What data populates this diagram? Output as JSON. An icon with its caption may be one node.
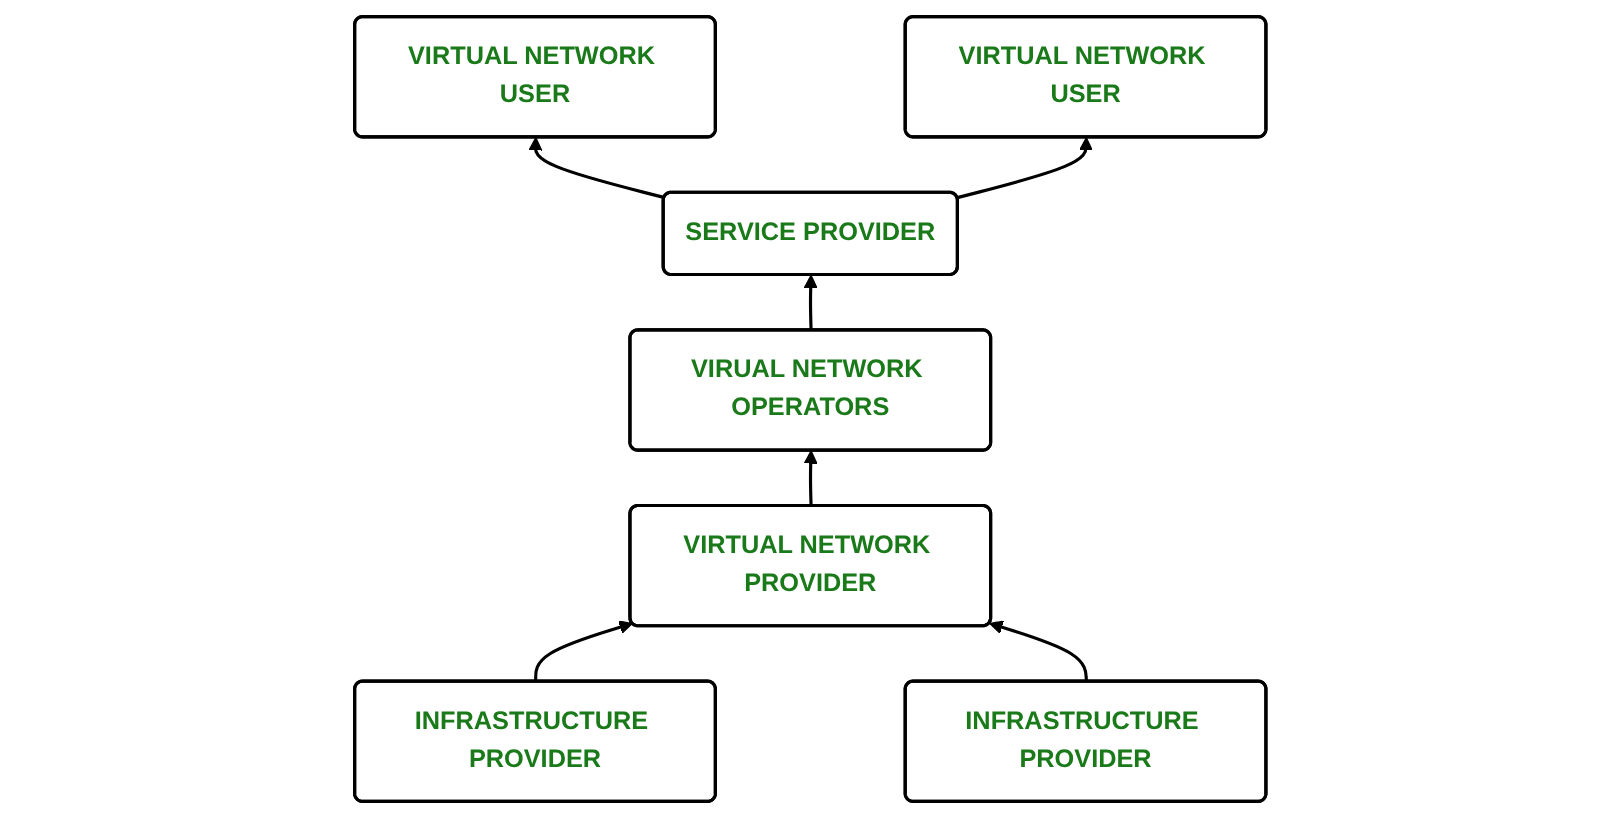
{
  "diagram": {
    "nodes": [
      {
        "text": [
          "VIRTUAL NETWORK USER"
        ]
      },
      {
        "text": [
          "VIRTUAL NETWORK USER"
        ]
      },
      {
        "text": [
          "SERVICE PROVIDER"
        ]
      },
      {
        "text": [
          "VIRUAL NETWORK OPERATORS"
        ]
      },
      {
        "text": [
          "VIRTUAL NETWORK PROVIDER"
        ]
      },
      {
        "text": [
          "INFRASTRUCTURE PROVIDER"
        ]
      },
      {
        "text": [
          "INFRASTRUCTURE PROVIDER"
        ]
      }
    ],
    "edges": [
      {
        "from": 2,
        "to": 0,
        "arrow": "to"
      },
      {
        "from": 2,
        "to": 1,
        "arrow": "to"
      },
      {
        "from": 3,
        "to": 2,
        "arrow": "to"
      },
      {
        "from": 4,
        "to": 3,
        "arrow": "to"
      },
      {
        "from": 5,
        "to": 4,
        "arrow": "to"
      },
      {
        "from": 6,
        "to": 4,
        "arrow": "to"
      }
    ]
  }
}
